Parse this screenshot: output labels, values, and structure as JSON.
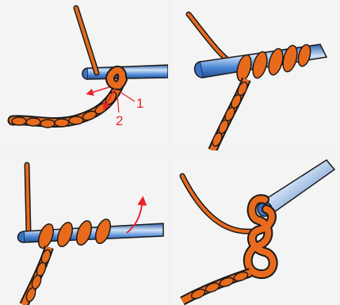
{
  "steps": [
    {
      "callouts": [
        "1",
        "2"
      ],
      "icons": [
        "crochet-hook",
        "yarn-strand",
        "chain-stitches",
        "direction-arrow",
        "direction-arrow"
      ]
    },
    {
      "icons": [
        "crochet-hook",
        "yarn-loop",
        "chain-stitches"
      ]
    },
    {
      "icons": [
        "crochet-hook",
        "yarn-strand",
        "chain-stitches",
        "pull-through-arrow"
      ]
    },
    {
      "icons": [
        "crochet-hook",
        "yarn-strand",
        "knotted-loop"
      ]
    }
  ],
  "colors": {
    "yarn": "#e86a1c",
    "yarn_outline": "#1a1a1a",
    "hook": "#3b73c4",
    "hook_highlight": "#cfe2f7",
    "annotation": "#e8232a",
    "background": "#f4f4f4"
  }
}
